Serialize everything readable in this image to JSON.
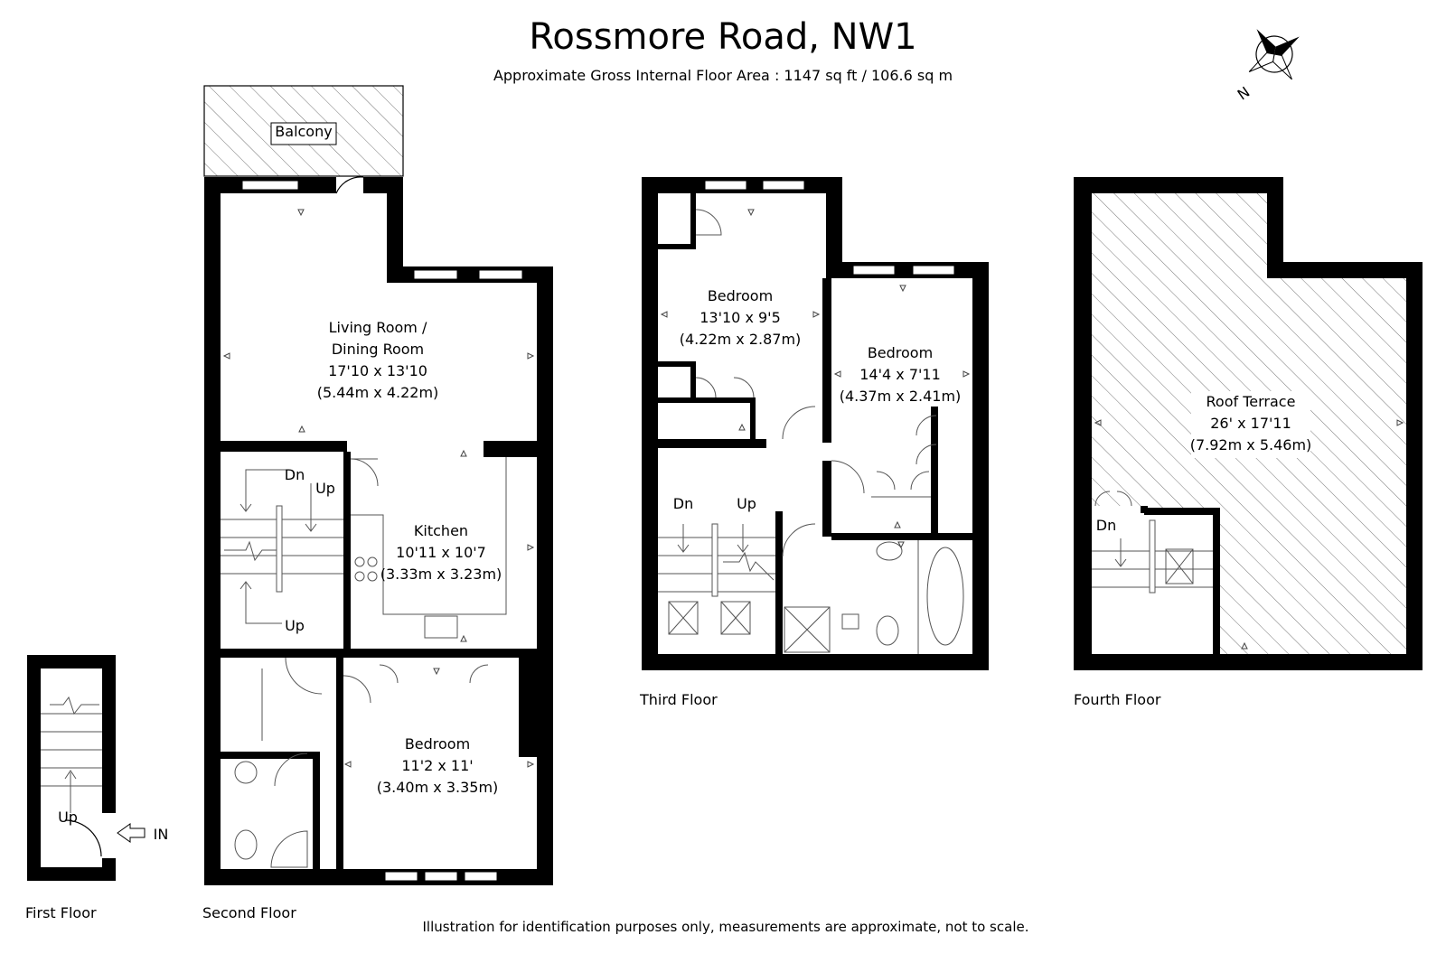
{
  "header": {
    "title": "Rossmore Road, NW1",
    "subtitle": "Approximate Gross Internal Floor Area : 1147 sq ft / 106.6 sq m"
  },
  "compass": {
    "north_label": "N"
  },
  "floors": {
    "first": "First Floor",
    "second": "Second Floor",
    "third": "Third Floor",
    "fourth": "Fourth Floor"
  },
  "rooms": {
    "balcony": "Balcony",
    "living": {
      "name1": "Living Room /",
      "name2": "Dining Room",
      "imperial": "17'10 x 13'10",
      "metric": "(5.44m x 4.22m)"
    },
    "kitchen": {
      "name": "Kitchen",
      "imperial": "10'11 x 10'7",
      "metric": "(3.33m x 3.23m)"
    },
    "bedroom2": {
      "name": "Bedroom",
      "imperial": "11'2 x 11'",
      "metric": "(3.40m x 3.35m)"
    },
    "bedroom3a": {
      "name": "Bedroom",
      "imperial": "13'10 x 9'5",
      "metric": "(4.22m x 2.87m)"
    },
    "bedroom3b": {
      "name": "Bedroom",
      "imperial": "14'4 x 7'11",
      "metric": "(4.37m x 2.41m)"
    },
    "roof": {
      "name": "Roof Terrace",
      "imperial": "26' x 17'11",
      "metric": "(7.92m x 5.46m)"
    }
  },
  "stairs": {
    "up": "Up",
    "dn": "Dn",
    "in": "IN"
  },
  "footer": {
    "disclaimer": "Illustration for identification purposes only, measurements are approximate, not to scale."
  }
}
